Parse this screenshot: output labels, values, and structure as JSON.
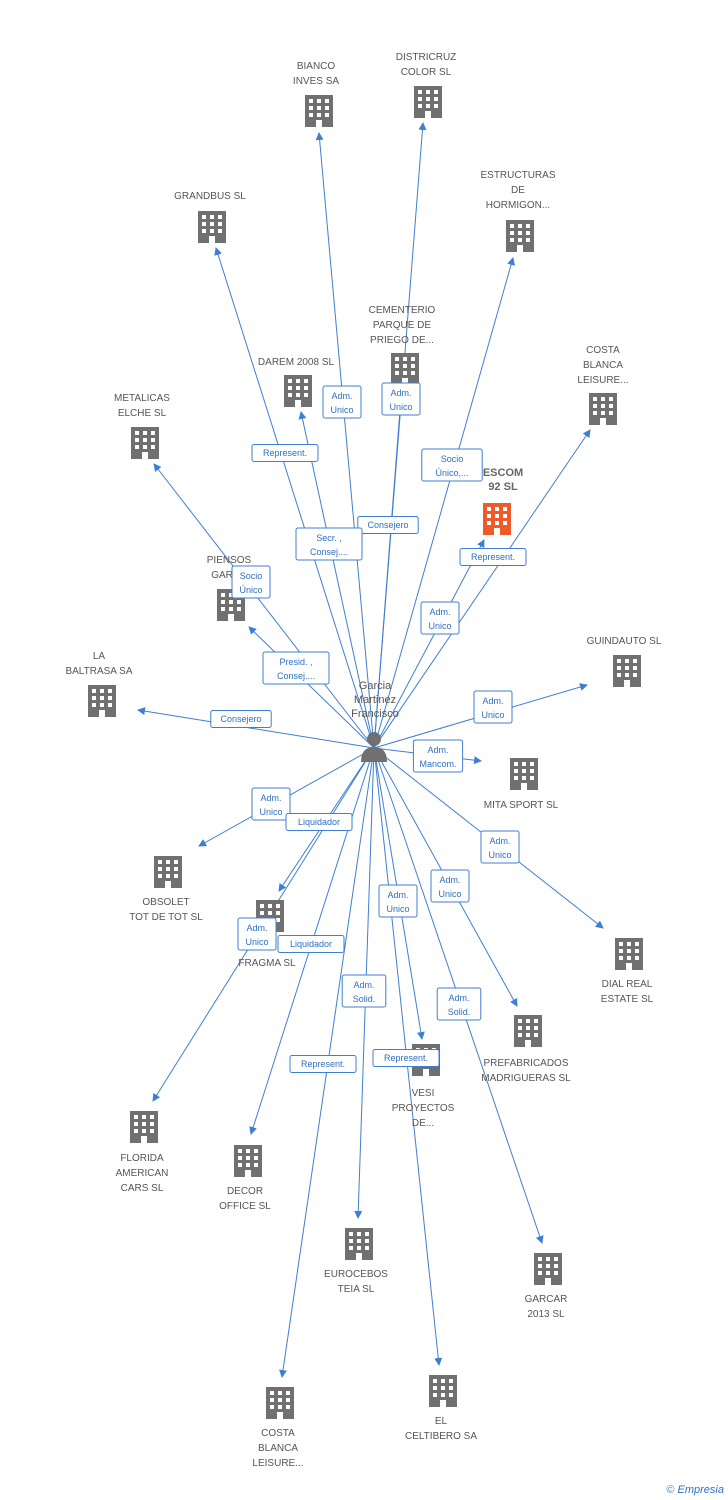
{
  "center": {
    "label_lines": [
      "Garcia",
      "Martinez",
      "Francisco"
    ]
  },
  "colors": {
    "edge": "#3f7fd0",
    "building": "#707070",
    "focus_building": "#ef5a2a"
  },
  "companies": [
    {
      "id": "bianco",
      "label_lines": [
        "BIANCO",
        "INVES SA"
      ]
    },
    {
      "id": "districruz",
      "label_lines": [
        "DISTRICRUZ",
        "COLOR SL"
      ]
    },
    {
      "id": "grandbus",
      "label_lines": [
        "GRANDBUS SL"
      ]
    },
    {
      "id": "estructuras",
      "label_lines": [
        "ESTRUCTURAS",
        "DE",
        "HORMIGON..."
      ]
    },
    {
      "id": "cementerio",
      "label_lines": [
        "CEMENTERIO",
        "PARQUE DE",
        "PRIEGO DE..."
      ]
    },
    {
      "id": "darem",
      "label_lines": [
        "DAREM 2008 SL"
      ]
    },
    {
      "id": "costa1",
      "label_lines": [
        "COSTA",
        "BLANCA",
        "LEISURE..."
      ]
    },
    {
      "id": "metalicas",
      "label_lines": [
        "METALICAS",
        "ELCHE SL"
      ]
    },
    {
      "id": "escom",
      "label_lines": [
        "ESCOM",
        "92 SL"
      ],
      "focus": true
    },
    {
      "id": "piensos",
      "label_lines": [
        "PIENSOS",
        "GARL..."
      ]
    },
    {
      "id": "guindauto",
      "label_lines": [
        "GUINDAUTO SL"
      ]
    },
    {
      "id": "baltrasa",
      "label_lines": [
        "LA",
        "BALTRASA SA"
      ]
    },
    {
      "id": "mita",
      "label_lines": [
        "MITA SPORT SL"
      ]
    },
    {
      "id": "obsolet",
      "label_lines": [
        "OBSOLET",
        "TOT DE TOT SL"
      ]
    },
    {
      "id": "fragma",
      "label_lines": [
        "FRAGMA SL"
      ]
    },
    {
      "id": "dial",
      "label_lines": [
        "DIAL REAL",
        "ESTATE SL"
      ]
    },
    {
      "id": "prefabricados",
      "label_lines": [
        "PREFABRICADOS",
        "MADRIGUERAS SL"
      ]
    },
    {
      "id": "vesi",
      "label_lines": [
        "VESI",
        "PROYECTOS",
        "DE..."
      ]
    },
    {
      "id": "florida",
      "label_lines": [
        "FLORIDA",
        "AMERICAN",
        "CARS SL"
      ]
    },
    {
      "id": "decor",
      "label_lines": [
        "DECOR",
        "OFFICE SL"
      ]
    },
    {
      "id": "eurocebos",
      "label_lines": [
        "EUROCEBOS",
        "TEIA SL"
      ]
    },
    {
      "id": "garcar",
      "label_lines": [
        "GARCAR",
        "2013 SL"
      ]
    },
    {
      "id": "costa2",
      "label_lines": [
        "COSTA",
        "BLANCA",
        "LEISURE..."
      ]
    },
    {
      "id": "celtibero",
      "label_lines": [
        "EL",
        "CELTIBERO SA"
      ]
    }
  ],
  "relations": [
    {
      "target": "bianco",
      "label_lines": [
        "Adm.",
        "Unico"
      ]
    },
    {
      "target": "districruz",
      "label_lines": [
        "Adm.",
        "Unico"
      ]
    },
    {
      "target": "grandbus",
      "label_lines": [
        "Represent."
      ]
    },
    {
      "target": "estructuras",
      "label_lines": [
        "Socio",
        "Único,..."
      ]
    },
    {
      "target": "cementerio",
      "label_lines": [
        "Consejero"
      ]
    },
    {
      "target": "darem",
      "label_lines": [
        "Secr. ,",
        "Consej...."
      ]
    },
    {
      "target": "costa1",
      "label_lines": [
        "Represent."
      ]
    },
    {
      "target": "metalicas",
      "label_lines": [
        "Socio",
        "Único"
      ]
    },
    {
      "target": "escom",
      "label_lines": [
        "Adm.",
        "Unico"
      ]
    },
    {
      "target": "piensos",
      "label_lines": [
        "Presid. ,",
        "Consej...."
      ]
    },
    {
      "target": "guindauto",
      "label_lines": [
        "Adm.",
        "Unico"
      ]
    },
    {
      "target": "baltrasa",
      "label_lines": [
        "Consejero"
      ]
    },
    {
      "target": "mita",
      "label_lines": [
        "Adm.",
        "Mancom."
      ]
    },
    {
      "target": "obsolet",
      "label_lines": [
        "Adm.",
        "Unico"
      ]
    },
    {
      "target": "fragma",
      "label_lines": [
        "Liquidador"
      ]
    },
    {
      "target": "dial",
      "label_lines": [
        "Adm.",
        "Unico"
      ]
    },
    {
      "target": "prefabricados",
      "label_lines": [
        "Adm.",
        "Unico"
      ]
    },
    {
      "target": "vesi",
      "label_lines": [
        "Adm.",
        "Unico"
      ]
    },
    {
      "target": "florida",
      "label_lines": [
        "Adm.",
        "Unico"
      ]
    },
    {
      "target": "decor",
      "label_lines": [
        "Liquidador"
      ]
    },
    {
      "target": "eurocebos",
      "label_lines": [
        "Adm.",
        "Solid."
      ]
    },
    {
      "target": "garcar",
      "label_lines": [
        "Adm.",
        "Solid."
      ]
    },
    {
      "target": "costa2",
      "label_lines": [
        "Represent."
      ]
    },
    {
      "target": "celtibero",
      "label_lines": [
        "Represent."
      ]
    }
  ],
  "footer": {
    "copyright": "©",
    "brand": "Empresia"
  }
}
